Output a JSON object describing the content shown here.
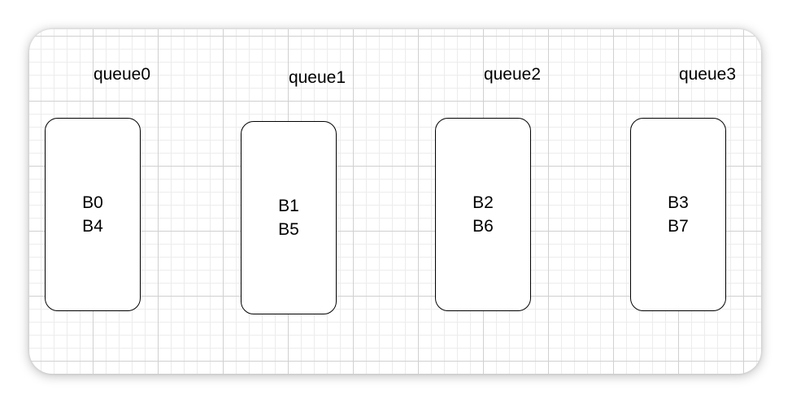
{
  "queues": [
    {
      "label": "queue0",
      "blocks": [
        "B0",
        "B4"
      ]
    },
    {
      "label": "queue1",
      "blocks": [
        "B1",
        "B5"
      ]
    },
    {
      "label": "queue2",
      "blocks": [
        "B2",
        "B6"
      ]
    },
    {
      "label": "queue3",
      "blocks": [
        "B3",
        "B7"
      ]
    }
  ],
  "colors": {
    "canvas": "#ffffff",
    "grid_major": "#d0d0d0",
    "grid_minor": "#ececec",
    "stroke": "#000000"
  }
}
